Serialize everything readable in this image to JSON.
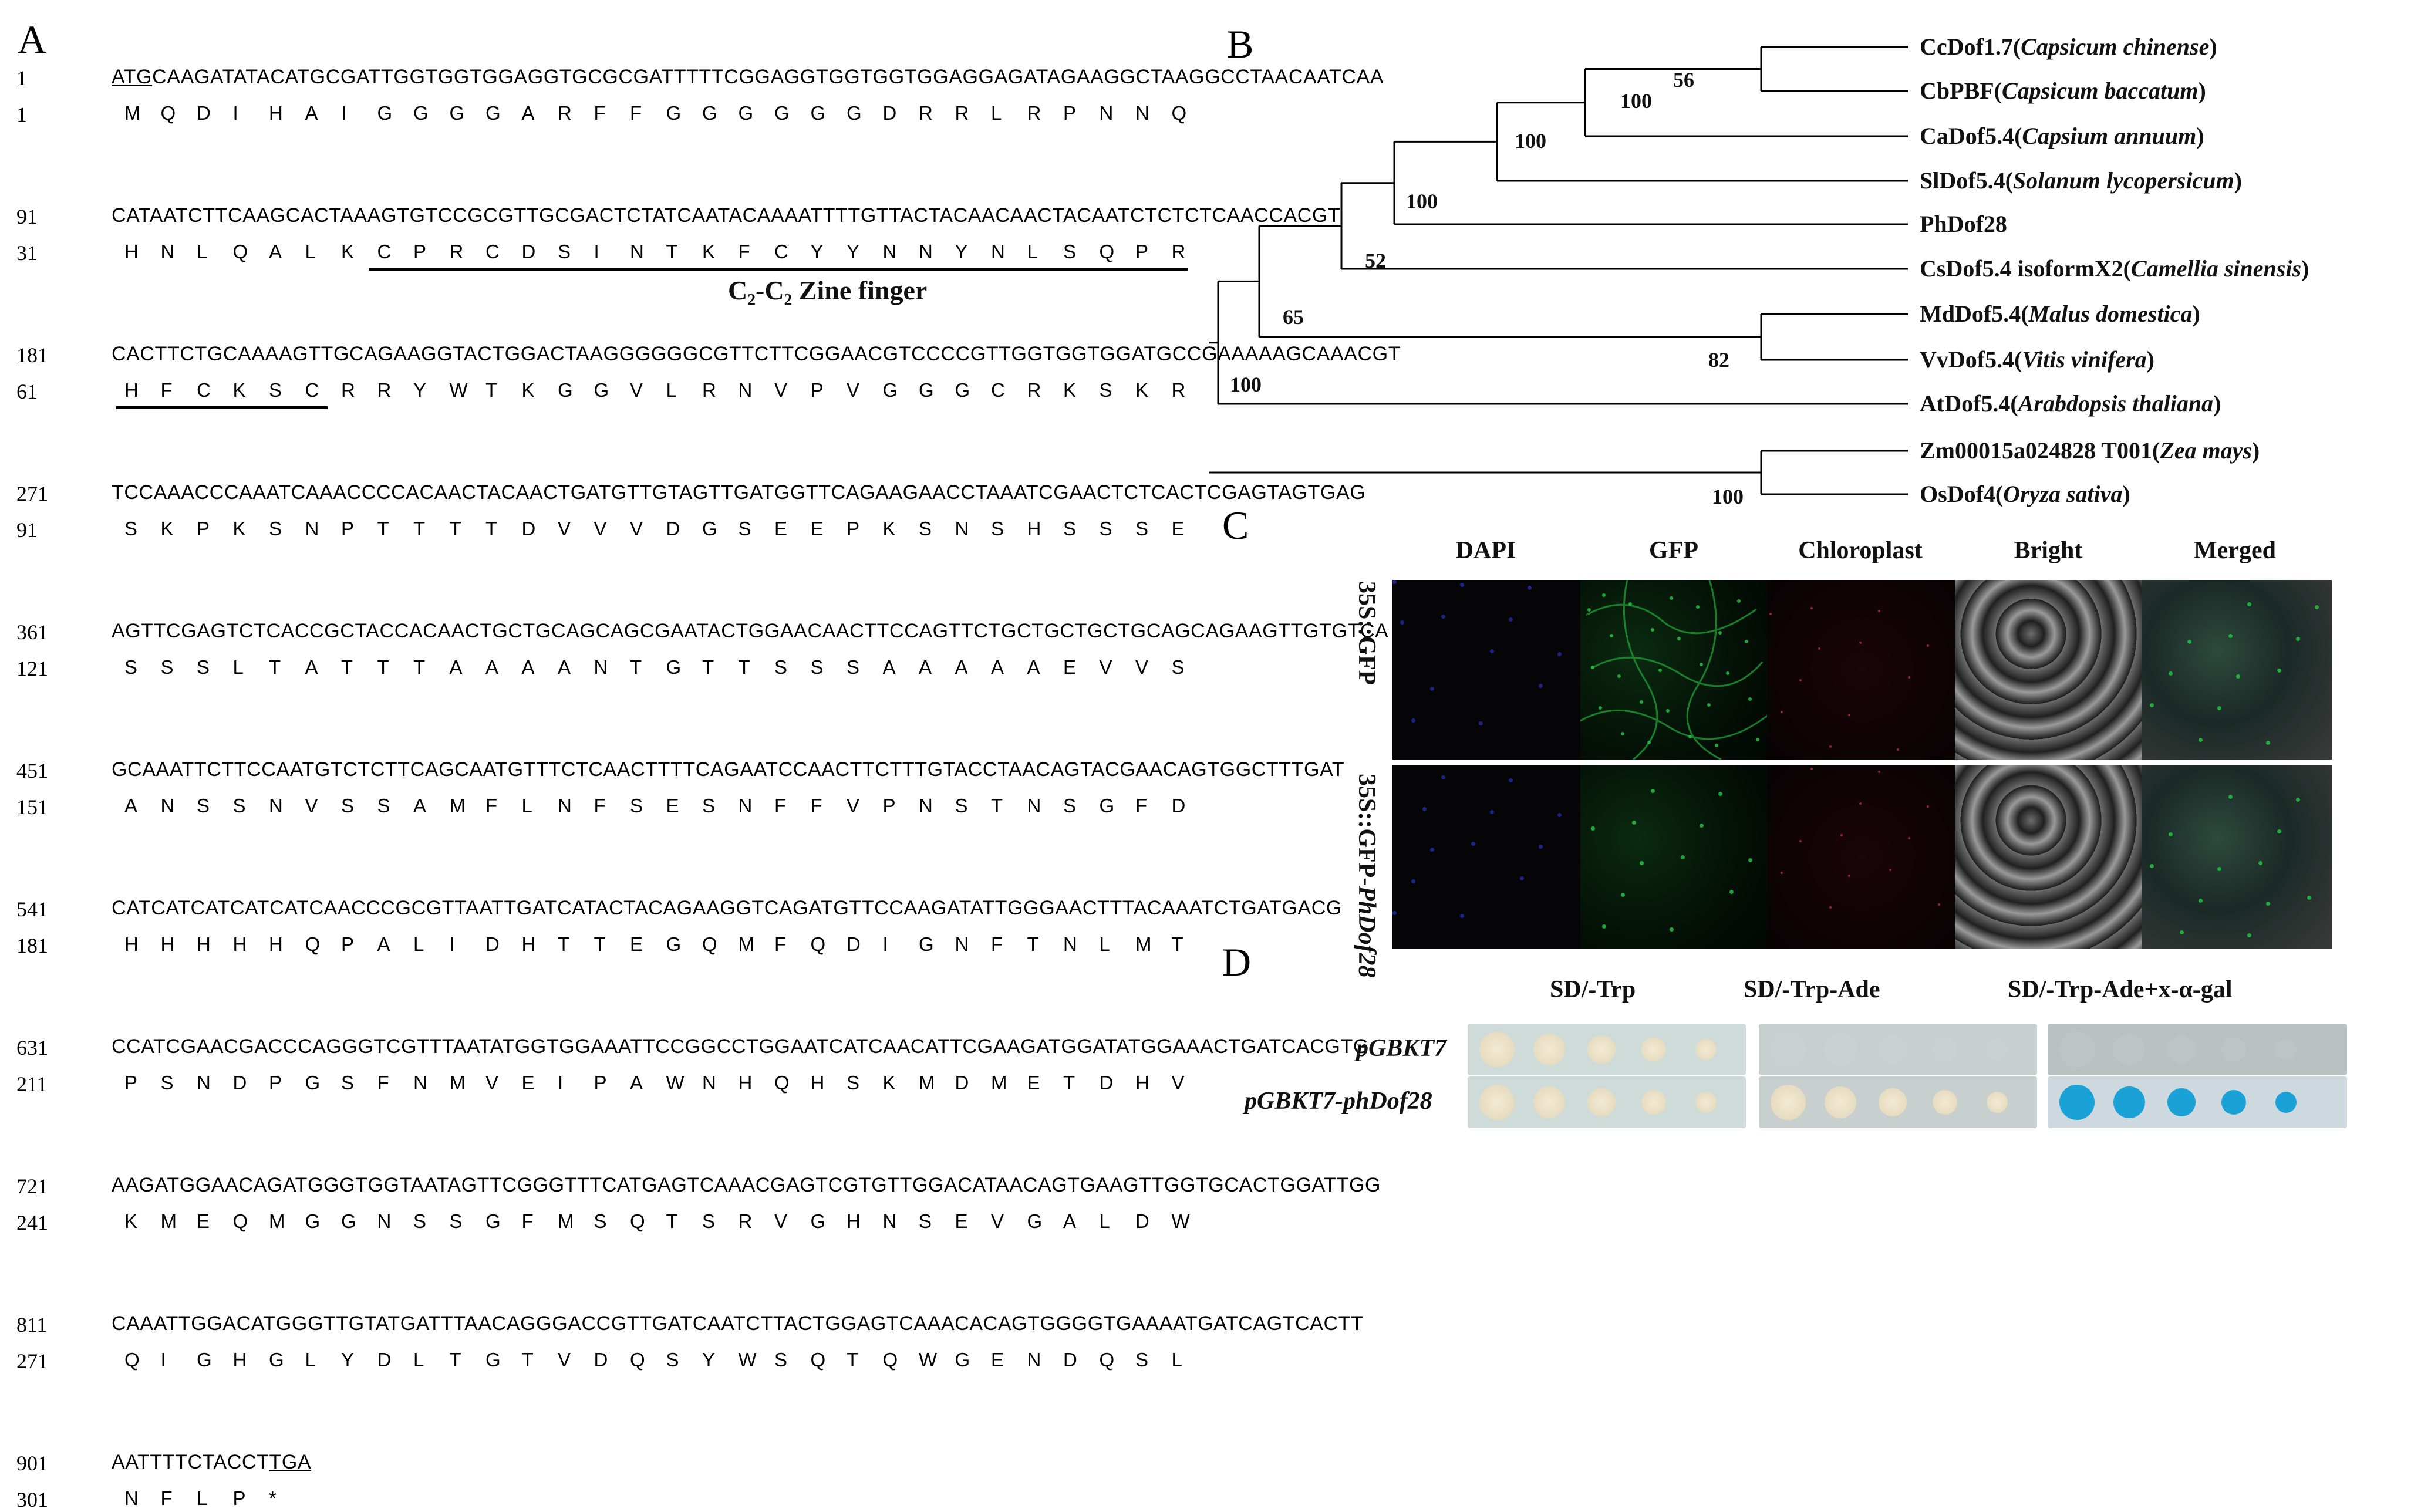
{
  "panels": {
    "a": "A",
    "b": "B",
    "c": "C",
    "d": "D"
  },
  "sequence": {
    "rows": [
      {
        "nt_num": "1",
        "nt": "ATGCAAGATATACATGCGATTGGTGGTGGAGGTGCGCGATTTTTCGGAGGTGGTGGTGGAGGAGATAGAAGGCTAAGGCCTAACAATCAA",
        "aa_num": "1",
        "aa": "M Q D I H A I G G G G A R F F G G G G G G D R R L R P N N Q"
      },
      {
        "nt_num": "91",
        "nt": "CATAATCTTCAAGCACTAAAGTGTCCGCGTTGCGACTCTATCAATACAAAATTTTGTTACTACAACAACTACAATCTCTCTCAACCACGT",
        "aa_num": "31",
        "aa": "H N L Q A L K C P R C D S I N T K F C Y Y N N Y N L S Q P R"
      },
      {
        "nt_num": "181",
        "nt": "CACTTCTGCAAAAGTTGCAGAAGGTACTGGACTAAGGGGGGCGTTCTTCGGAACGTCCCCGTTGGTGGTGGATGCCGAAAAAGCAAACGT",
        "aa_num": "61",
        "aa": "H F C K S C R R Y W T K G G V L R N V P V G G G C R K S K R"
      },
      {
        "nt_num": "271",
        "nt": "TCCAAACCCAAATCAAACCCCACAACTACAACTGATGTTGTAGTTGATGGTTCAGAAGAACCTAAATCGAACTCTCACTCGAGTAGTGAG",
        "aa_num": "91",
        "aa": "S K P K S N P T T T T D V V V D G S E E P K S N S H S S S E"
      },
      {
        "nt_num": "361",
        "nt": "AGTTCGAGTCTCACCGCTACCACAACTGCTGCAGCAGCGAATACTGGAACAACTTCCAGTTCTGCTGCTGCTGCAGCAGAAGTTGTGTCA",
        "aa_num": "121",
        "aa": "S S S L T A T T T A A A A N T G T T S S S A A A A A E V V S"
      },
      {
        "nt_num": "451",
        "nt": "GCAAATTCTTCCAATGTCTCTTCAGCAATGTTTCTCAACTTTTCAGAATCCAACTTCTTTGTACCTAACAGTACGAACAGTGGCTTTGAT",
        "aa_num": "151",
        "aa": "A N S S N V S S A M F L N F S E S N F F V P N S T N S G F D"
      },
      {
        "nt_num": "541",
        "nt": "CATCATCATCATCATCAACCCGCGTTAATTGATCATACTACAGAAGGTCAGATGTTCCAAGATATTGGGAACTTTACAAATCTGATGACG",
        "aa_num": "181",
        "aa": "H H H H H Q P A L I D H T T E G Q M F Q D I G N F T N L M T"
      },
      {
        "nt_num": "631",
        "nt": "CCATCGAACGACCCAGGGTCGTTTAATATGGTGGAAATTCCGGCCTGGAATCATCAACATTCGAAGATGGATATGGAAACTGATCACGTG",
        "aa_num": "211",
        "aa": "P S N D P G S F N M V E I P A W N H Q H S K M D M E T D H V"
      },
      {
        "nt_num": "721",
        "nt": "AAGATGGAACAGATGGGTGGTAATAGTTCGGGTTTCATGAGTCAAACGAGTCGTGTTGGACATAACAGTGAAGTTGGTGCACTGGATTGG",
        "aa_num": "241",
        "aa": "K M E Q M G G N S S G F M S Q T S R V G H N S E V G A L D W"
      },
      {
        "nt_num": "811",
        "nt": "CAAATTGGACATGGGTTGTATGATTTAACAGGGACCGTTGATCAATCTTACTGGAGTCAAACACAGTGGGGTGAAAATGATCAGTCACTT",
        "aa_num": "271",
        "aa": "Q I G H G L Y D L T G T V D Q S Y W S Q T Q W G E N D Q S L"
      },
      {
        "nt_num": "901",
        "nt": "AATTTTCTACCTTGA",
        "aa_num": "301",
        "aa": "N F L P *"
      }
    ],
    "domain_label": "C₂-C₂ Zine finger"
  },
  "tree": {
    "taxa": [
      {
        "name": "CcDof1.7(",
        "species": "Capsicum chinense",
        "close": ")"
      },
      {
        "name": "CbPBF(",
        "species": "Capsicum baccatum",
        "close": ")"
      },
      {
        "name": "CaDof5.4(",
        "species": "Capsium annuum",
        "close": ")"
      },
      {
        "name": "SlDof5.4(",
        "species": "Solanum lycopersicum",
        "close": ")"
      },
      {
        "name": "PhDof28",
        "species": "",
        "close": ""
      },
      {
        "name": "CsDof5.4 isoformX2(",
        "species": "Camellia sinensis",
        "close": ")"
      },
      {
        "name": "MdDof5.4(",
        "species": "Malus domestica",
        "close": ")"
      },
      {
        "name": "VvDof5.4(",
        "species": "Vitis vinifera",
        "close": ")"
      },
      {
        "name": "AtDof5.4(",
        "species": "Arabdopsis thaliana",
        "close": ")"
      },
      {
        "name": "Zm00015a024828 T001(",
        "species": "Zea mays",
        "close": ")"
      },
      {
        "name": "OsDof4(",
        "species": "Oryza sativa",
        "close": ")"
      }
    ],
    "bootstraps": [
      "56",
      "100",
      "100",
      "100",
      "52",
      "65",
      "82",
      "100",
      "100"
    ]
  },
  "localization": {
    "columns": [
      "DAPI",
      "GFP",
      "Chloroplast",
      "Bright",
      "Merged"
    ],
    "rows": [
      "35S::GFP",
      "35S::GFP-",
      "PhDof28"
    ]
  },
  "yeast": {
    "columns": [
      "SD/-Trp",
      "SD/-Trp-Ade",
      "SD/-Trp-Ade+x-α-gal"
    ],
    "rows": [
      "pGBKT7",
      "pGBKT7-phDof28"
    ]
  },
  "colors": {
    "microscope_dark": "#050508",
    "gfp_green": "#22c244",
    "dapi_blue": "#2b3bd9",
    "chloroplast_red": "#b3283a",
    "plate_bg": "#e9edee",
    "xgal_blue": "#1aa2d6"
  }
}
